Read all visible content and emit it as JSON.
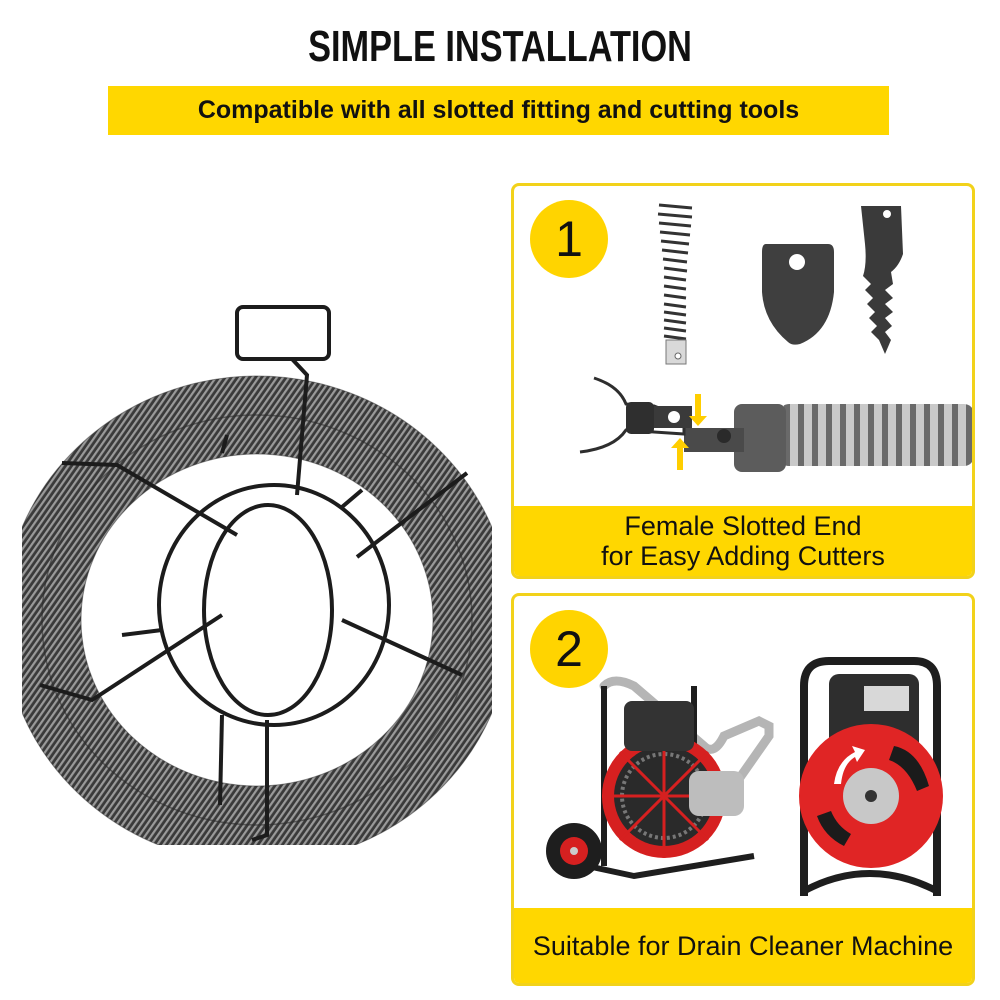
{
  "header": {
    "title": "SIMPLE INSTALLATION",
    "subtitle": "Compatible with all slotted fitting and cutting tools"
  },
  "colors": {
    "accent_yellow": "#ffd700",
    "border_yellow": "#f2d21a",
    "text": "#111111",
    "machine_red": "#e02020",
    "metal_gray": "#5a5a5a"
  },
  "main_image": {
    "icon": "drain-cable-coil-in-wire-cage"
  },
  "panels": [
    {
      "number": "1",
      "caption_line1": "Female Slotted End",
      "caption_line2": "for Easy Adding Cutters",
      "icons": [
        "spring-head-cutter",
        "spade-cutter",
        "funnel-saw-cutter",
        "slotted-connector-with-arrows",
        "cable-end"
      ]
    },
    {
      "number": "2",
      "caption": "Suitable for Drain Cleaner Machine",
      "icons": [
        "drain-cleaner-machine-wheeled",
        "drain-cleaner-machine-drum"
      ]
    }
  ]
}
